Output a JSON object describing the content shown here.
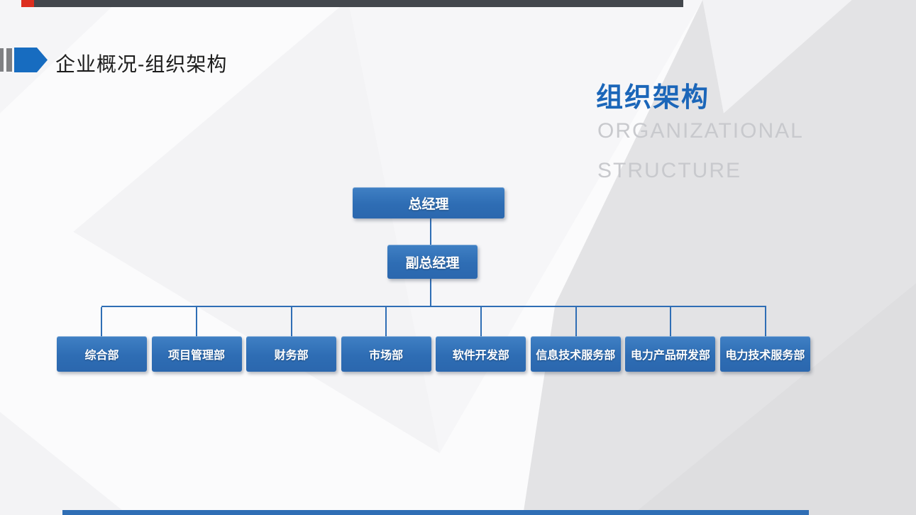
{
  "header": {
    "title": "企业概况-组织架构"
  },
  "section_title": {
    "zh": "组织架构",
    "en_line1": "ORGANIZATIONAL",
    "en_line2": "STRUCTURE"
  },
  "org_chart": {
    "ceo": "总经理",
    "deputy": "副总经理",
    "departments": [
      "综合部",
      "项目管理部",
      "财务部",
      "市场部",
      "软件开发部",
      "信息技术服务部",
      "电力产品研发部",
      "电力技术服务部"
    ]
  },
  "colors": {
    "node_blue": "#2e6db4",
    "connector_blue": "#2f6eb5",
    "title_blue": "#1b66b9",
    "subtitle_gray": "#c8c9cd",
    "header_text": "#1c1c1c",
    "deco_gray": "#7f8083",
    "arrow_blue": "#176cc0",
    "top_bar_dark": "#43474d",
    "top_bar_red": "#dd2e1f",
    "bottom_bar_blue": "#2f6eb5",
    "background_gray": "#e3e3e5"
  }
}
